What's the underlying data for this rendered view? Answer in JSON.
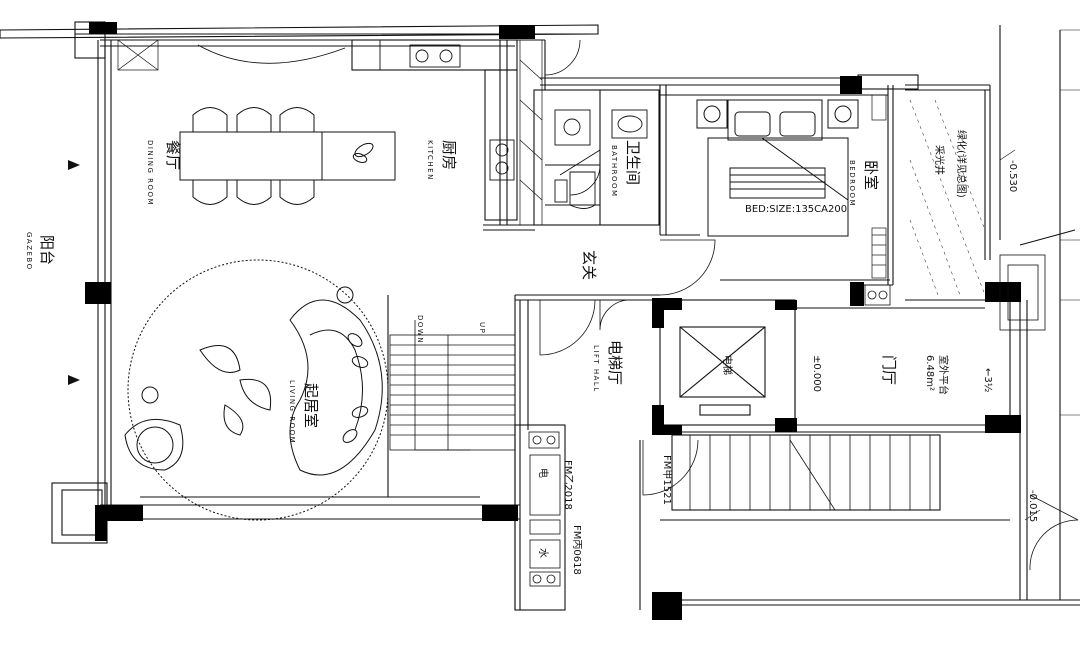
{
  "rooms": {
    "dining": {
      "cn": "餐厅",
      "en": "DINING ROOM"
    },
    "kitchen": {
      "cn": "厨房",
      "en": "KITCHEN"
    },
    "gazebo": {
      "cn": "阳台",
      "en": "GAZEBO"
    },
    "bath": {
      "cn": "卫生间",
      "en": "BATHROOM"
    },
    "bedroom": {
      "cn": "卧室",
      "en": "BEDROOM"
    },
    "living": {
      "cn": "起居室",
      "en": "LIVING ROOM"
    },
    "lift": {
      "cn": "电梯厅",
      "en": "LIFT HALL"
    },
    "foyer": {
      "cn": "玄关"
    },
    "elevator": {
      "cn": "电梯"
    },
    "gate": {
      "cn": "门厅"
    }
  },
  "annotations": {
    "bed_size": "BED:SIZE:135CA200",
    "level_main": "±0.000",
    "level_left": "-0.530",
    "level_right": "-0.015",
    "stair_up": "UP",
    "stair_down": "DOWN",
    "fm_a": "FM甲1521",
    "fm_b": "FM乙2018",
    "fm_c": "FM丙0618",
    "elec_box": "电",
    "water_box": "水",
    "outdoor_platform": "室外平台",
    "platform_area": "6.48m²",
    "glass_roof": "采光井",
    "garden_note": "绿化(详见总图)",
    "arrow_note": "←3½"
  },
  "colors": {
    "line": "#111111",
    "pillar": "#000000",
    "background": "#ffffff"
  }
}
